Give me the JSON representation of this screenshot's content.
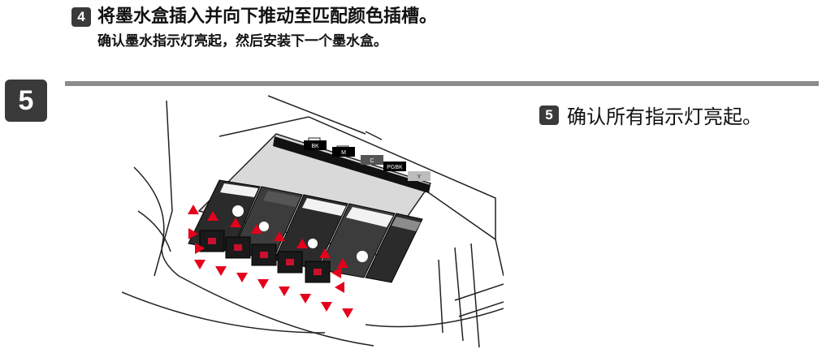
{
  "step4": {
    "number": "4",
    "instruction": "将墨水盒插入并向下推动至匹配颜色插槽。",
    "sub_instruction": "确认墨水指示灯亮起，然后安装下一个墨水盒。"
  },
  "step5": {
    "big_number": "5",
    "number": "5",
    "instruction": "确认所有指示灯亮起。"
  },
  "illustration": {
    "slot_labels": [
      "BK",
      "M",
      "C",
      "PGBK",
      "Y"
    ],
    "lamp_color": "#c8102e",
    "arrow_color": "#e5001c"
  }
}
